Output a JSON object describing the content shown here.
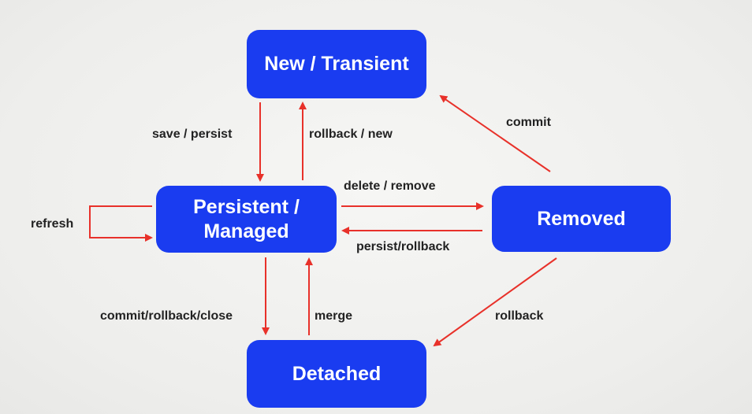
{
  "diagram": {
    "states": {
      "new_transient": "New / Transient",
      "persistent_managed": "Persistent /\nManaged",
      "removed": "Removed",
      "detached": "Detached"
    },
    "transitions": {
      "save_persist": "save / persist",
      "rollback_new": "rollback / new",
      "commit": "commit",
      "delete_remove": "delete / remove",
      "persist_rollback": "persist/rollback",
      "refresh": "refresh",
      "commit_rollback_close": "commit/rollback/close",
      "merge": "merge",
      "rollback": "rollback"
    },
    "colors": {
      "node_fill": "#1a3cf0",
      "node_text": "#ffffff",
      "arrow": "#e8312a",
      "label_text": "#222222",
      "background": "#efefed"
    }
  }
}
